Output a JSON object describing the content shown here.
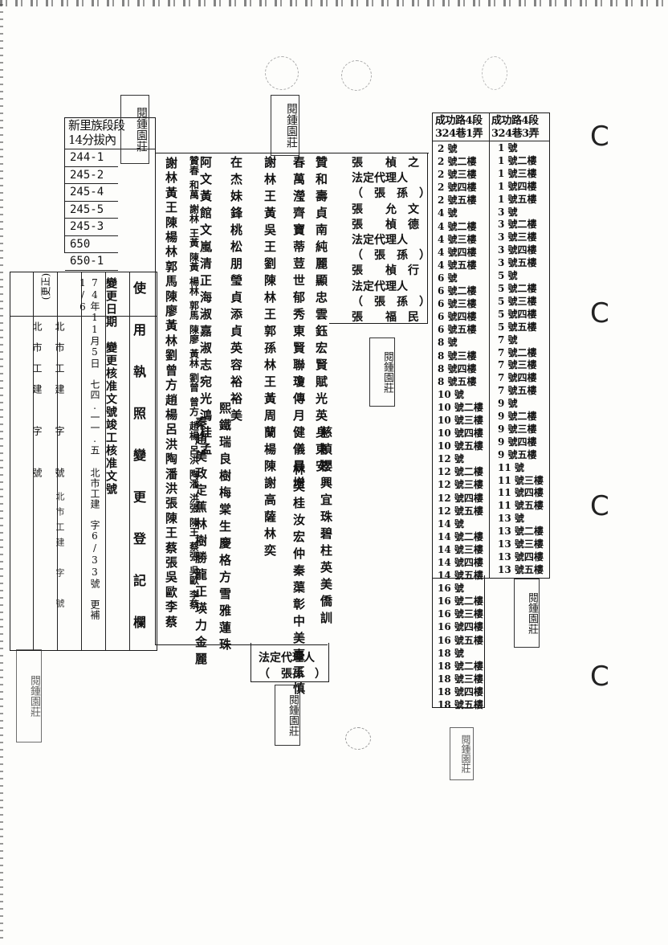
{
  "lot_table": {
    "header_line1": "新里族段",
    "header_line2": "14分拔內",
    "header_tail": "段",
    "lots": [
      "244-1",
      "245-2",
      "245-4",
      "245-5",
      "245-3",
      "650",
      "650-1"
    ]
  },
  "stamp_table": {
    "columns": [
      "使　用　執　照　變　更　登　記　欄",
      "變更日期　變更核准文號竣工核准文號",
      "74年11月5日　七四.一一.五 北市工建　字6/33號　更補　1/6",
      "北市工建　字　號",
      "北市工建　字　號",
      "北市工建　字　號"
    ],
    "handwritten_note": "(更正)"
  },
  "owners": {
    "columns": [
      "贊春",
      "和萬",
      "謝林",
      "王黃",
      "陳黃",
      "楊林",
      "郭馬",
      "陳廖",
      "黃林",
      "劉曾",
      "曾方",
      "趙楊",
      "呂洪",
      "陶潘",
      "洪張",
      "陳王",
      "蔡張",
      "吳歐",
      "李蔡"
    ],
    "block1": [
      "謝",
      "林",
      "黃",
      "王",
      "陳",
      "楊",
      "林",
      "郭",
      "馬",
      "陳",
      "廖",
      "黃",
      "林",
      "劉",
      "曾",
      "方",
      "趙",
      "楊",
      "呂",
      "洪",
      "陶",
      "潘",
      "洪",
      "張",
      "陳",
      "王",
      "蔡",
      "張",
      "吳",
      "歐",
      "李",
      "蔡"
    ],
    "col_a": "阿文黃館文嵐清正海淑嘉淑志宛光鴻桂孟",
    "col_b": "在杰妹鋒桃松朋瑩貞添貞英容裕裕美",
    "col_c": "謝林王黃吳王劉陳林王郭孫林王黃周蘭楊陳謝高薩林奕",
    "col_d": "春萬瀅齊寶蒂荳世郁秀東賢聯瓊傳月健儀晨增",
    "col_e": "贊和壽貞南純麗顯忠雲鈺宏賢賦光英身東安",
    "text_right": [
      "張　　楨　之",
      "法定代理人",
      "（　張　孫　）",
      "張　　允　文",
      "張　　楨　德",
      "法定代理人",
      "（　張　孫　）",
      "張　　楨　行",
      "法定代理人",
      "（　張　孫　）",
      "張　　福　民"
    ],
    "extra_columns": [
      "秦趙美政定蕉林樹勝龍正瑛力金麗",
      "熙鐵瑞良樹梅棠生慶格方雪雅蓮珠",
      "林奕桂汝宏仲秦蕖彰中美臺玉慎",
      "慈楨櫻興宜珠碧柱英美僑訓"
    ],
    "footer_line1": "法定代理人",
    "footer_line2": "（　張孫　）"
  },
  "address_table": {
    "header_left_line1": "成功路4段",
    "header_left_line2": "324巷1弄",
    "header_right_line1": "成功路4段",
    "header_right_line2": "324巷3弄",
    "left_items": [
      "2 號",
      "2 號二樓",
      "2 號三樓",
      "2 號四樓",
      "2 號五樓",
      "4 號",
      "4 號二樓",
      "4 號三樓",
      "4 號四樓",
      "4 號五樓",
      "6 號",
      "6 號二樓",
      "6 號三樓",
      "6 號四樓",
      "6 號五樓",
      "8 號",
      "8 號三樓",
      "8 號四樓",
      "8 號五樓",
      "10 號",
      "10 號二樓",
      "10 號三樓",
      "10 號四樓",
      "10 號五樓",
      "12 號",
      "12 號二樓",
      "12 號三樓",
      "12 號四樓",
      "12 號五樓",
      "14 號",
      "14 號二樓",
      "14 號三樓",
      "14 號四樓",
      "14 號五樓",
      "16 號",
      "16 號二樓",
      "16 號三樓",
      "16 號四樓",
      "16 號五樓",
      "18 號",
      "18 號二樓",
      "18 號三樓",
      "18 號四樓",
      "18 號五樓"
    ],
    "right_items": [
      "1 號",
      "1 號二樓",
      "1 號三樓",
      "1 號四樓",
      "1 號五樓",
      "3 號",
      "3 號二樓",
      "3 號三樓",
      "3 號四樓",
      "3 號五樓",
      "5 號",
      "5 號二樓",
      "5 號三樓",
      "5 號四樓",
      "5 號五樓",
      "7 號",
      "7 號二樓",
      "7 號三樓",
      "7 號四樓",
      "7 號五樓",
      "9 號",
      "9 號二樓",
      "9 號三樓",
      "9 號四樓",
      "9 號五樓",
      "11 號",
      "11 號三樓",
      "11 號四樓",
      "11 號五樓",
      "13 號",
      "13 號二樓",
      "13 號三樓",
      "13 號四樓",
      "13 號五樓"
    ]
  },
  "seals": {
    "seal_1": "閱鍾園莊",
    "seal_2": "閱鍾園莊",
    "seal_3": "閱鍾園莊",
    "seal_4": "閱鍾園莊"
  },
  "margin_marks": [
    "C",
    "C",
    "C",
    "C"
  ]
}
